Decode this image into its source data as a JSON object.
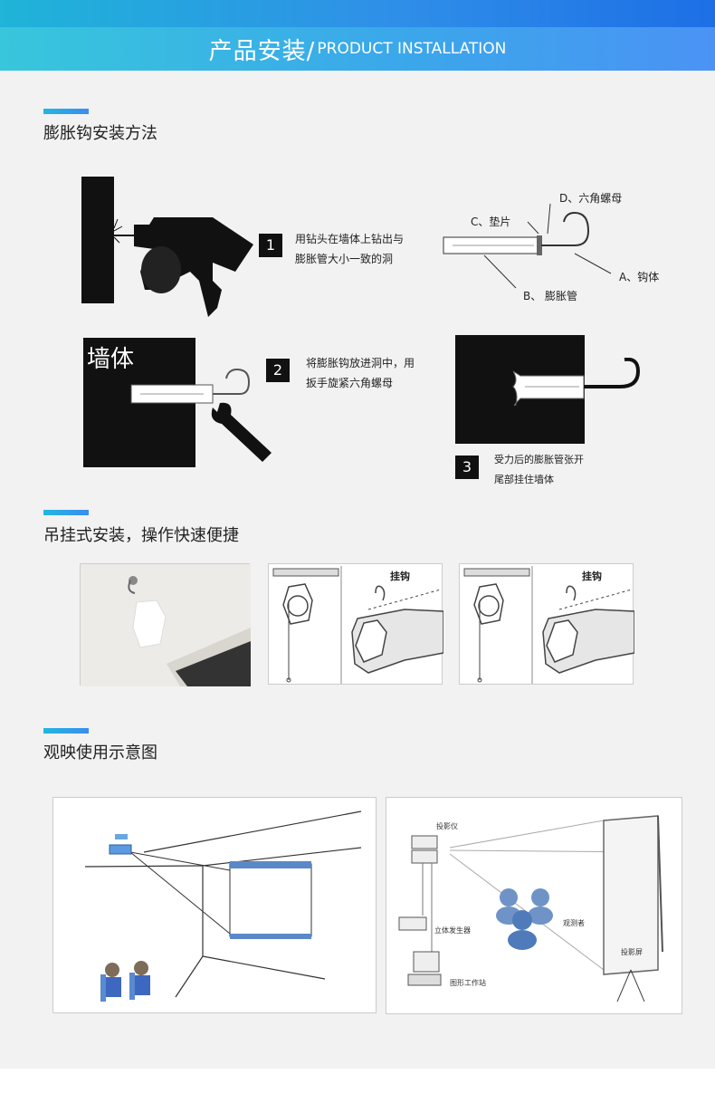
{
  "header": {
    "title_cn": "产品安装/",
    "title_en": "PRODUCT INSTALLATION"
  },
  "sections": {
    "anchor": {
      "title": "膨胀钩安装方法",
      "step1": {
        "num": "1",
        "line1": "用钻头在墙体上钻出与",
        "line2": "膨胀管大小一致的洞"
      },
      "step2": {
        "num": "2",
        "line1": "将膨胀钩放进洞中，用",
        "line2": "扳手旋紧六角螺母"
      },
      "step3": {
        "num": "3",
        "line1": "受力后的膨胀管张开",
        "line2": "尾部挂住墙体"
      },
      "wall_label": "墙体",
      "parts": {
        "a": "A、钩体",
        "b": "B、 膨胀管",
        "c": "C、垫片",
        "d": "D、六角螺母"
      }
    },
    "hanging": {
      "title": "吊挂式安装，操作快速便捷",
      "hook_label": "挂钩"
    },
    "usage": {
      "title": "观映使用示意图",
      "diagram_labels": {
        "projector": "投影仪",
        "stereo": "立体发生器",
        "viewer": "观测者",
        "workstation": "图形工作站",
        "screen": "投影屏"
      }
    }
  },
  "colors": {
    "accent_start": "#22b7e0",
    "accent_end": "#3a8df0",
    "background": "#f2f2f2"
  }
}
